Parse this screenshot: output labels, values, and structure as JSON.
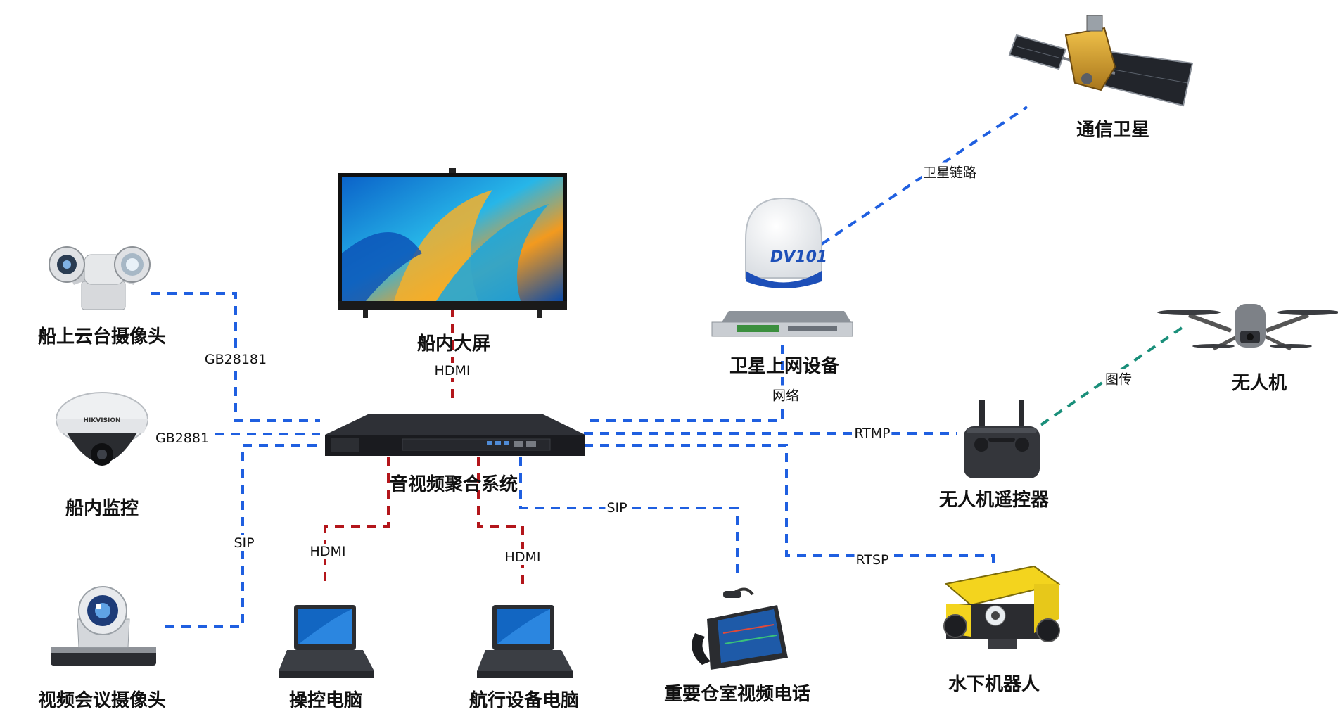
{
  "nodes": {
    "satellite": "通信卫星",
    "ptz_camera": "船上云台摄像头",
    "big_screen": "船内大屏",
    "sat_terminal": "卫星上网设备",
    "drone": "无人机",
    "dome_camera": "船内监控",
    "av_system": "音视频聚合系统",
    "drone_controller": "无人机遥控器",
    "conf_camera": "视频会议摄像头",
    "control_pc": "操控电脑",
    "nav_pc": "航行设备电脑",
    "video_phone": "重要仓室视频电话",
    "rov": "水下机器人"
  },
  "links": {
    "sat_link": "卫星链路",
    "gb28181": "GB28181",
    "hdmi_screen": "HDMI",
    "network": "网络",
    "image_tx": "图传",
    "gb2881": "GB2881",
    "rtmp": "RTMP",
    "sip_conf": "SIP",
    "sip_phone": "SIP",
    "hdmi_control": "HDMI",
    "hdmi_nav": "HDMI",
    "rtsp": "RTSP"
  },
  "brand": {
    "dome_camera": "HIKVISION",
    "radome": "DV101"
  },
  "colors": {
    "blue_link": "#1f5fe0",
    "red_link": "#b3161b",
    "teal_link": "#1a8f7a"
  }
}
